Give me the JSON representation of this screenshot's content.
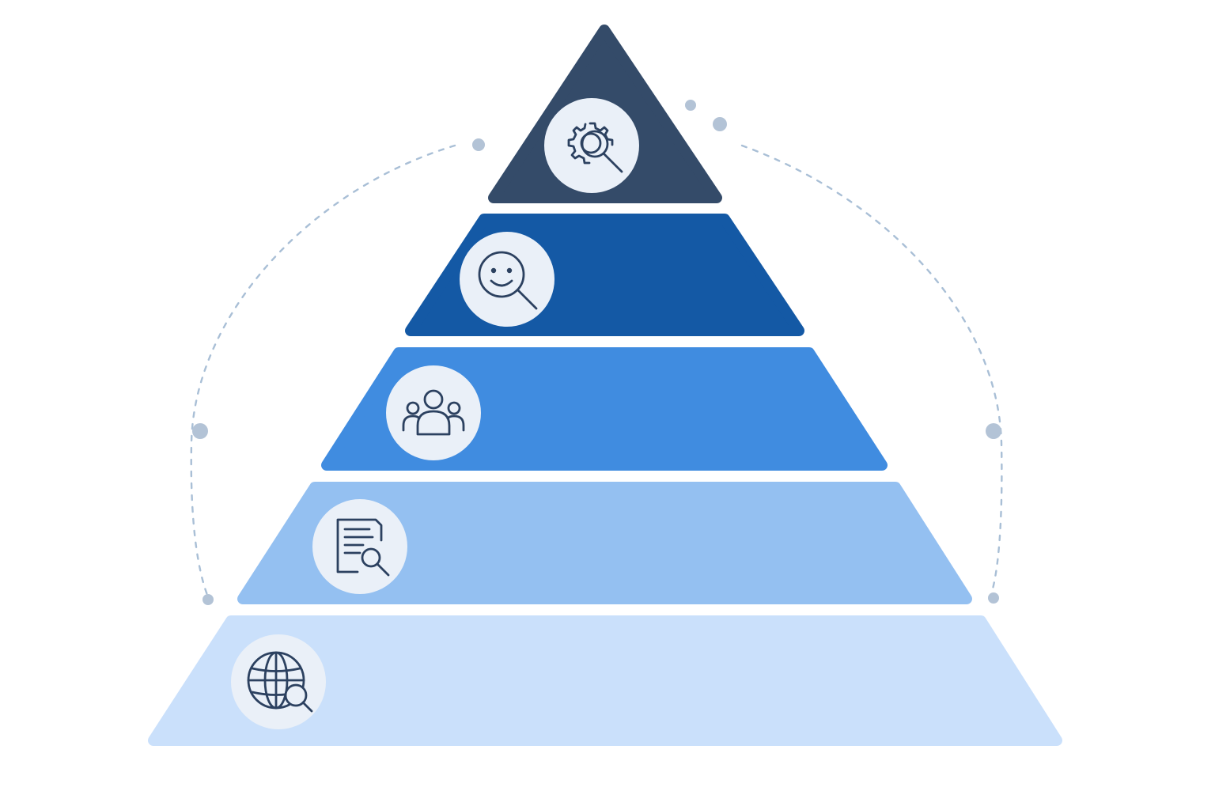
{
  "diagram": {
    "type": "pyramid",
    "tiers": [
      {
        "level": 1,
        "color": "#344b69",
        "icon": "gear-search-icon"
      },
      {
        "level": 2,
        "color": "#1459a5",
        "icon": "smiley-search-icon"
      },
      {
        "level": 3,
        "color": "#408ce0",
        "icon": "people-group-icon"
      },
      {
        "level": 4,
        "color": "#94c0f1",
        "icon": "document-search-icon"
      },
      {
        "level": 5,
        "color": "#cae0fb",
        "icon": "globe-search-icon"
      }
    ],
    "accents": {
      "arc": "#a9bfd6",
      "dot": "#b3c3d6",
      "badge": "#eaf0f8",
      "icon_stroke": "#2c4160"
    }
  }
}
